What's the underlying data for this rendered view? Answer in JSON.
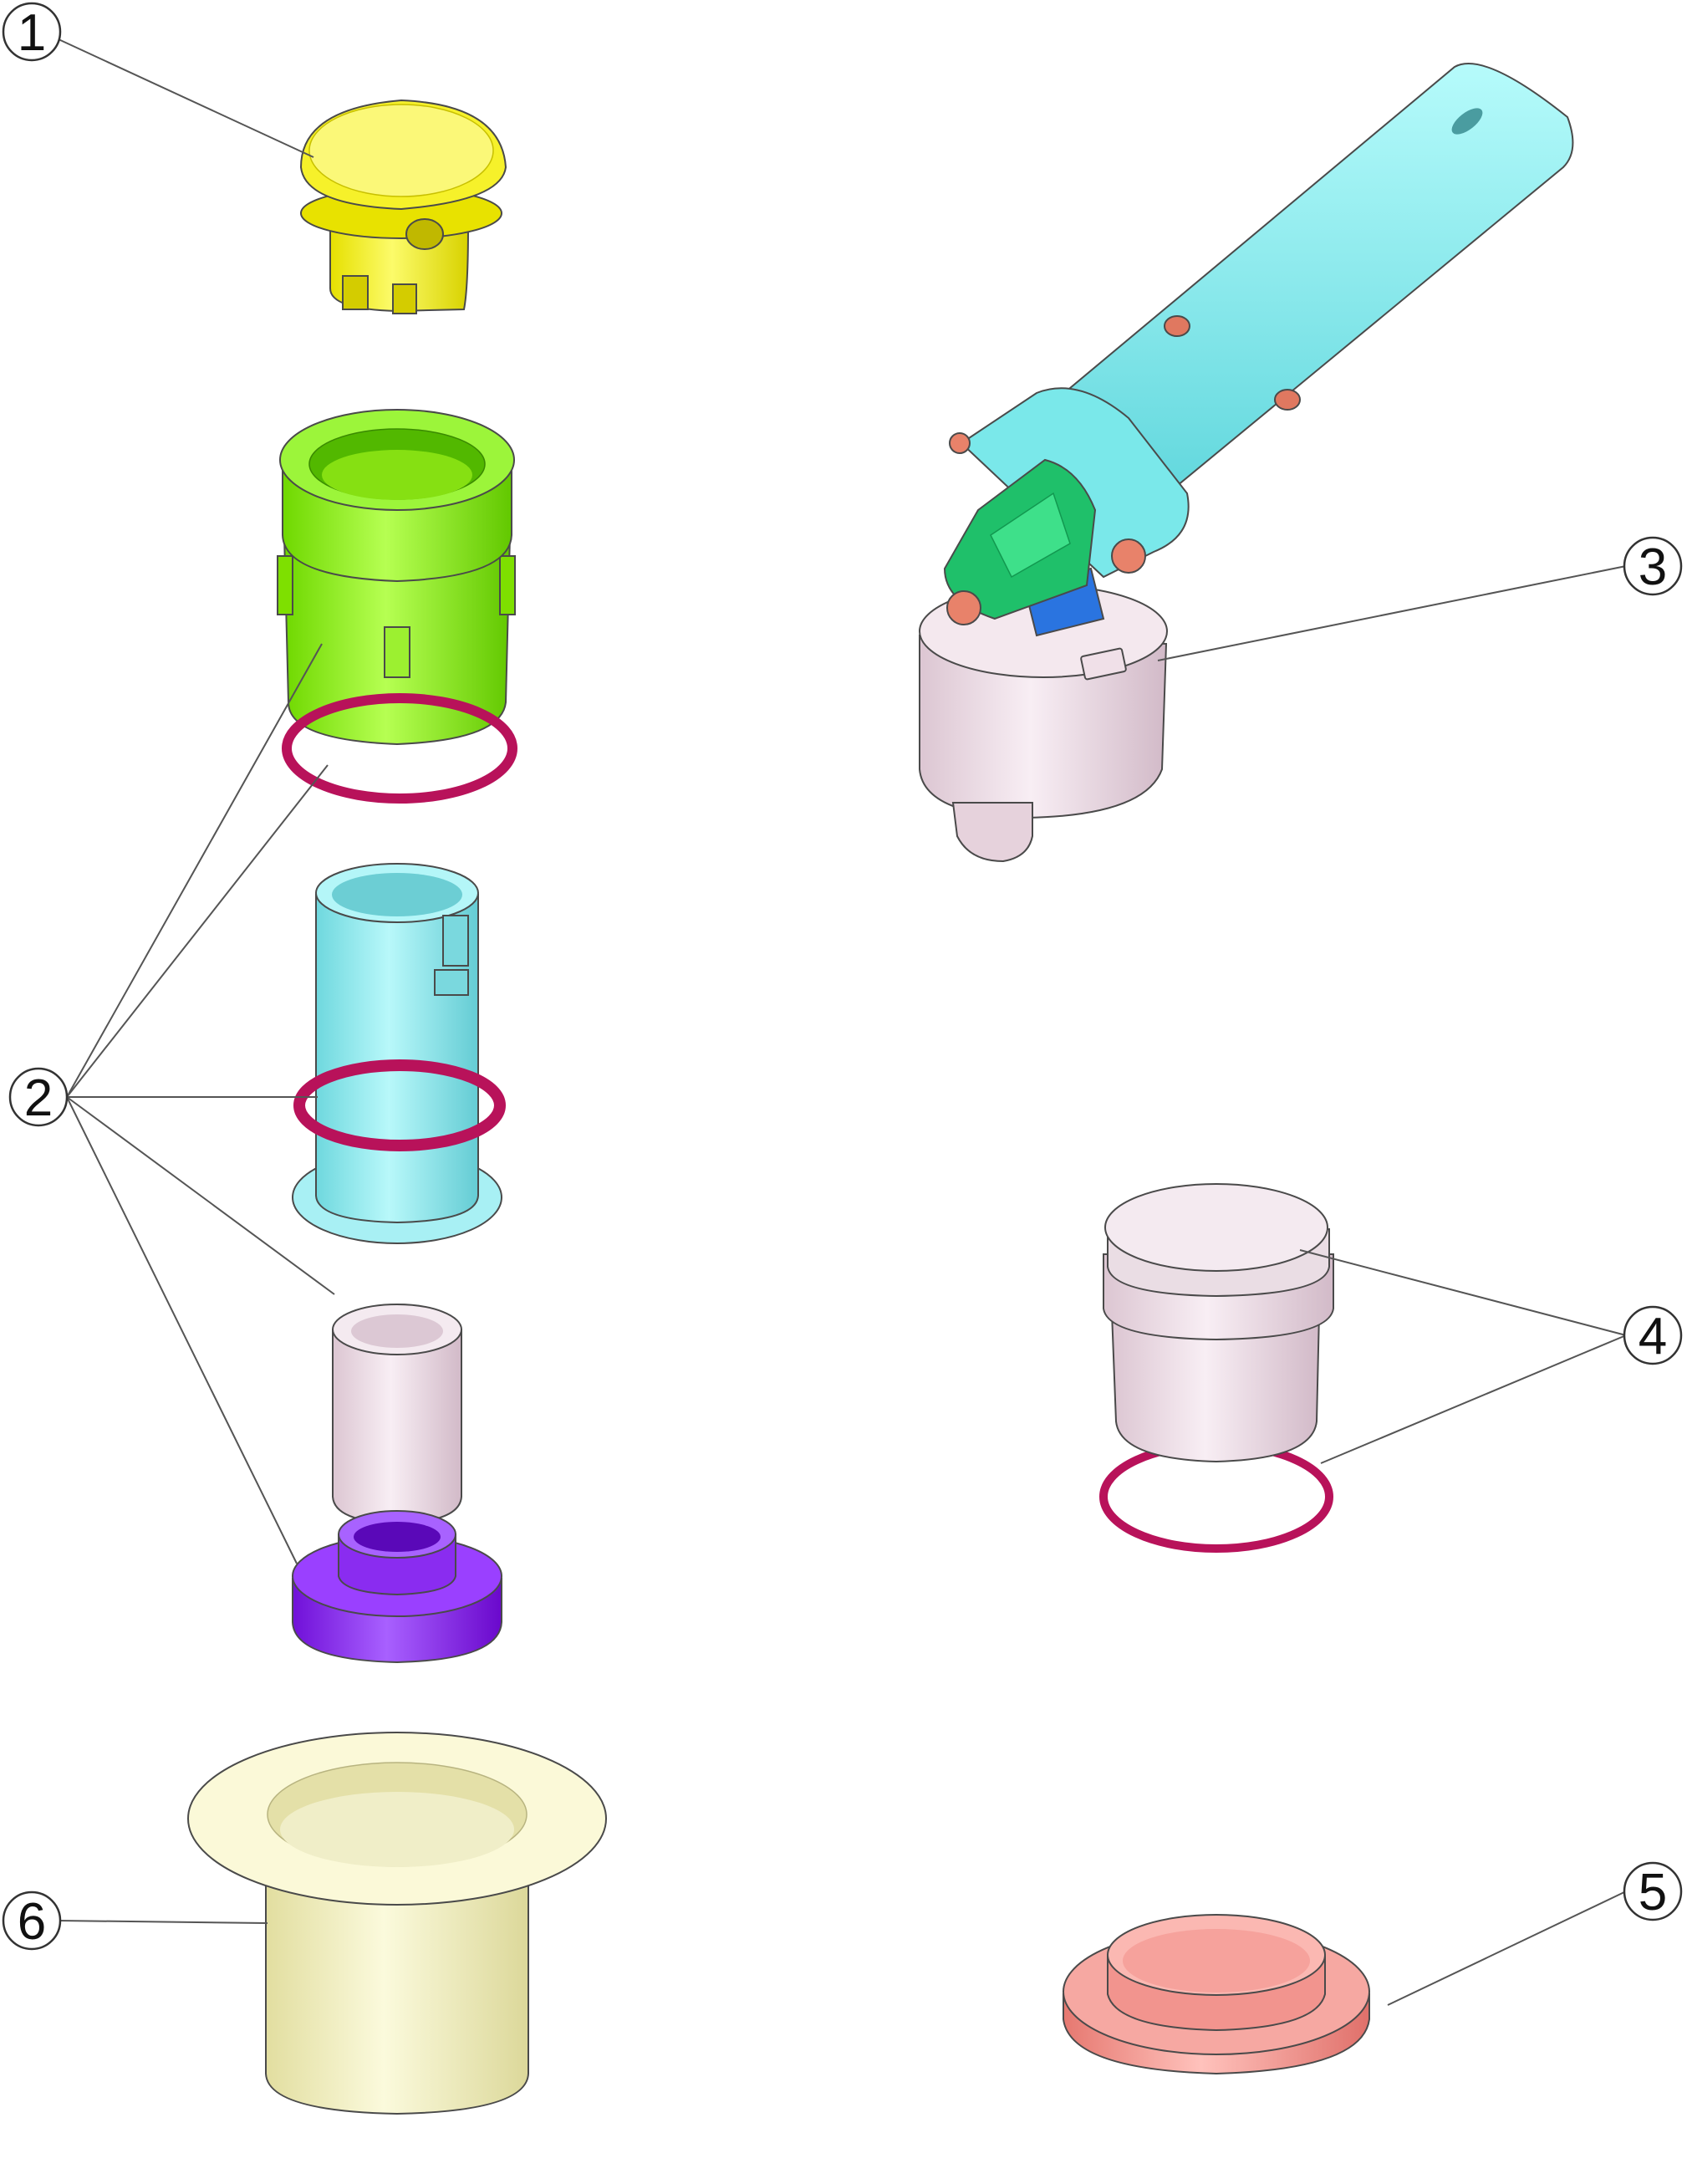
{
  "callouts": [
    {
      "id": "1",
      "label": "1"
    },
    {
      "id": "2",
      "label": "2"
    },
    {
      "id": "3",
      "label": "3"
    },
    {
      "id": "4",
      "label": "4"
    },
    {
      "id": "5",
      "label": "5"
    },
    {
      "id": "6",
      "label": "6"
    }
  ],
  "parts": [
    {
      "name": "yellow-cap",
      "color": "#f2ee1e"
    },
    {
      "name": "green-housing",
      "color": "#8ef01a"
    },
    {
      "name": "oring",
      "color": "#c0135c"
    },
    {
      "name": "cyan-cartridge",
      "color": "#8ee8ec"
    },
    {
      "name": "sleeve",
      "color": "#ece0e8"
    },
    {
      "name": "purple-ring",
      "color": "#8a2be2"
    },
    {
      "name": "flange-bushing",
      "color": "#f4f2c8"
    },
    {
      "name": "key-tool-handle",
      "color": "#8ef2f2"
    },
    {
      "name": "key-tool-head",
      "color": "#1fc06a"
    },
    {
      "name": "key-tool-socket",
      "color": "#efdde6"
    },
    {
      "name": "plug-cap",
      "color": "#efdde6"
    },
    {
      "name": "coral-cap",
      "color": "#f4a09c"
    }
  ]
}
